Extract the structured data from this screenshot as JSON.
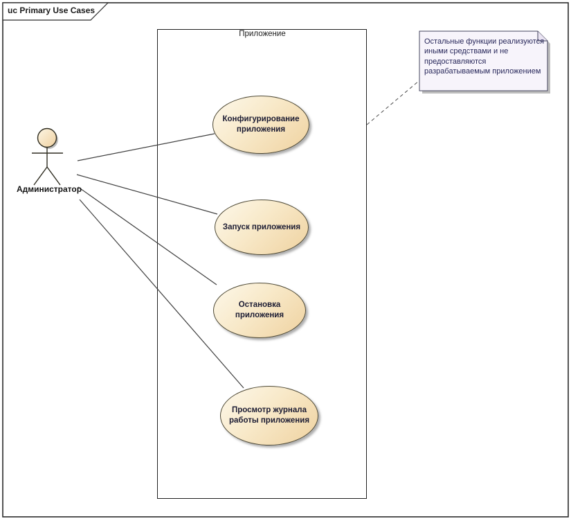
{
  "frame": {
    "label": "uc Primary Use Cases"
  },
  "boundary": {
    "title": "Приложение"
  },
  "actor": {
    "name": "Администратор"
  },
  "use_cases": [
    {
      "name": "Конфигурирование приложения",
      "lines": [
        "Конфигурирование",
        "приложения"
      ]
    },
    {
      "name": "Запуск приложения",
      "lines": [
        "Запуск приложения"
      ]
    },
    {
      "name": "Остановка приложения",
      "lines": [
        "Остановка",
        "приложения"
      ]
    },
    {
      "name": "Просмотр журнала работы приложения",
      "lines": [
        "Просмотр журнала",
        "работы приложения"
      ]
    }
  ],
  "note": {
    "text": "Остальные функции реализуются иными средствами и не предоставляются разрабатываемым приложением",
    "lines": [
      "Остальные функции реализуются",
      "иными средствами и не",
      "предоставляются",
      "разрабатываемым приложением"
    ]
  },
  "relations": [
    {
      "from": "Администратор",
      "to": "Конфигурирование приложения",
      "type": "association"
    },
    {
      "from": "Администратор",
      "to": "Запуск приложения",
      "type": "association"
    },
    {
      "from": "Администратор",
      "to": "Остановка приложения",
      "type": "association"
    },
    {
      "from": "Администратор",
      "to": "Просмотр журнала работы приложения",
      "type": "association"
    },
    {
      "from": "note",
      "to": "boundary",
      "type": "note-anchor"
    }
  ],
  "colors": {
    "usecase_fill_light": "#fdf8ea",
    "usecase_fill_dark": "#efd2a0",
    "usecase_border": "#4c4733",
    "note_fill": "#f7f4fb",
    "note_text": "#27275a",
    "line": "#3f3f3f",
    "frame_border": "#2b2b2b"
  }
}
